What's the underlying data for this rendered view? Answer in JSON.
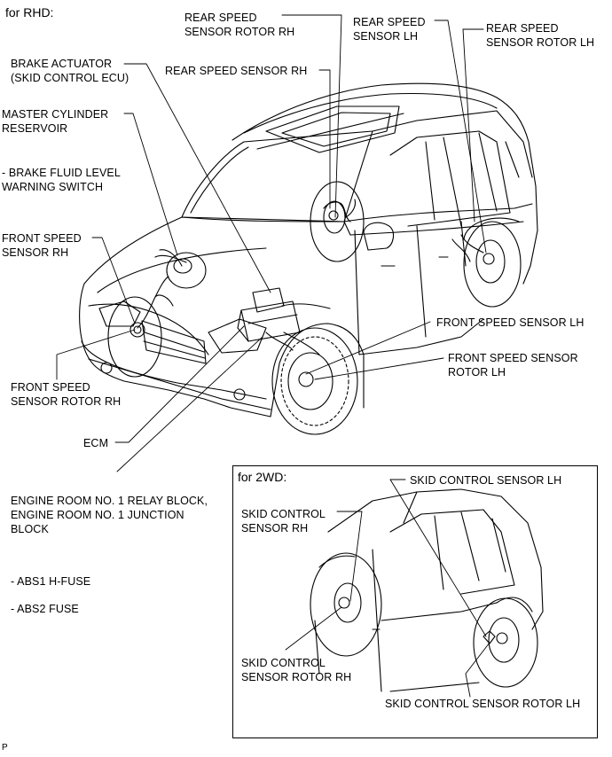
{
  "main_header": "for RHD:",
  "inset_header": "for 2WD:",
  "labels": {
    "rear_speed_sensor_rotor_rh": "REAR SPEED\nSENSOR ROTOR RH",
    "rear_speed_sensor_lh": "REAR SPEED\nSENSOR LH",
    "rear_speed_sensor_rotor_lh": "REAR SPEED\nSENSOR ROTOR LH",
    "brake_actuator": "BRAKE ACTUATOR\n(SKID CONTROL ECU)",
    "rear_speed_sensor_rh": "REAR SPEED SENSOR RH",
    "master_cylinder_reservoir": "MASTER CYLINDER\nRESERVOIR",
    "brake_fluid_level_switch": "- BRAKE FLUID LEVEL\nWARNING SWITCH",
    "front_speed_sensor_rh": "FRONT SPEED\nSENSOR RH",
    "front_speed_sensor_lh": "FRONT SPEED SENSOR LH",
    "front_speed_sensor_rotor_lh": "FRONT SPEED SENSOR\nROTOR LH",
    "front_speed_sensor_rotor_rh": "FRONT SPEED\nSENSOR ROTOR RH",
    "ecm": "ECM",
    "engine_room_relay_block": "ENGINE ROOM NO. 1 RELAY BLOCK,\nENGINE ROOM NO. 1 JUNCTION\nBLOCK",
    "abs1_fuse": "- ABS1 H-FUSE",
    "abs2_fuse": "- ABS2 FUSE",
    "skid_control_sensor_lh": "SKID CONTROL SENSOR LH",
    "skid_control_sensor_rh": "SKID CONTROL\nSENSOR RH",
    "skid_control_sensor_rotor_rh": "SKID CONTROL\nSENSOR ROTOR RH",
    "skid_control_sensor_rotor_lh": "SKID CONTROL SENSOR ROTOR LH"
  },
  "figure_code": "P"
}
